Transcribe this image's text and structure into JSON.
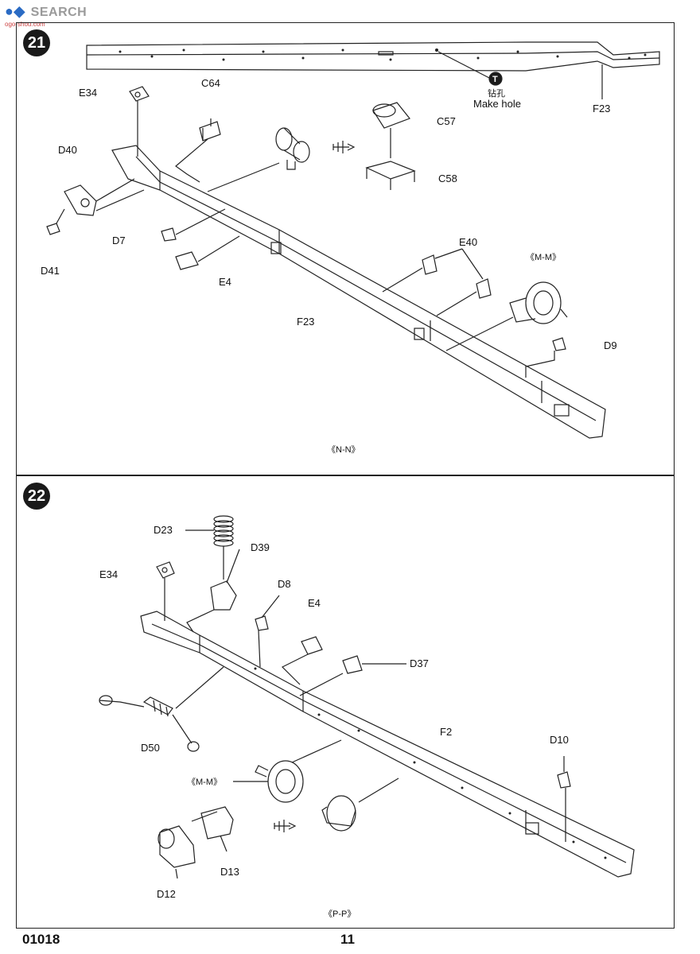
{
  "watermark": {
    "brand": "SEARCH",
    "sub": "ogo-shou.com"
  },
  "steps": [
    {
      "number": "21",
      "labels": {
        "e34": "E34",
        "c64": "C64",
        "c57": "C57",
        "c58": "C58",
        "d40": "D40",
        "d41": "D41",
        "d7": "D7",
        "e4": "E4",
        "f23_top": "F23",
        "f23_main": "F23",
        "e40": "E40",
        "mm": "《M-M》",
        "d9": "D9",
        "drill_cn": "钻孔",
        "drill_en": "Make hole",
        "drill_badge": "T",
        "section": "《N-N》"
      }
    },
    {
      "number": "22",
      "labels": {
        "d23": "D23",
        "d39": "D39",
        "e34": "E34",
        "d8": "D8",
        "e4": "E4",
        "d37": "D37",
        "d50": "D50",
        "f2": "F2",
        "d10": "D10",
        "mm": "《M-M》",
        "d12": "D12",
        "d13": "D13",
        "section": "《P-P》"
      }
    }
  ],
  "footer": {
    "code": "01018",
    "page": "11"
  }
}
